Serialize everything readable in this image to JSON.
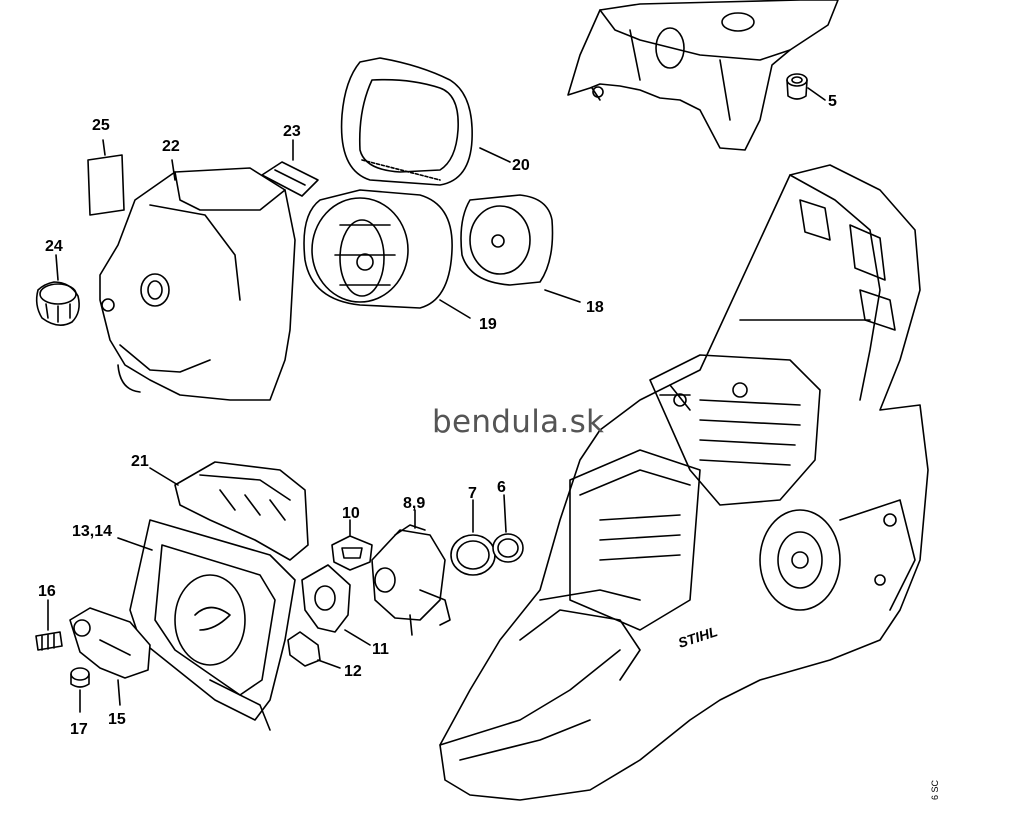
{
  "watermark": "bendula.sk",
  "drawing_code": "6 SC",
  "brand_mark": "STIHL",
  "callouts": [
    {
      "id": "5",
      "text": "5"
    },
    {
      "id": "6",
      "text": "6"
    },
    {
      "id": "7",
      "text": "7"
    },
    {
      "id": "8-9",
      "text": "8,9"
    },
    {
      "id": "10",
      "text": "10"
    },
    {
      "id": "11",
      "text": "11"
    },
    {
      "id": "12",
      "text": "12"
    },
    {
      "id": "13-14",
      "text": "13,14"
    },
    {
      "id": "15",
      "text": "15"
    },
    {
      "id": "16",
      "text": "16"
    },
    {
      "id": "17",
      "text": "17"
    },
    {
      "id": "18",
      "text": "18"
    },
    {
      "id": "19",
      "text": "19"
    },
    {
      "id": "20",
      "text": "20"
    },
    {
      "id": "21",
      "text": "21"
    },
    {
      "id": "22",
      "text": "22"
    },
    {
      "id": "23",
      "text": "23"
    },
    {
      "id": "24",
      "text": "24"
    },
    {
      "id": "25",
      "text": "25"
    }
  ]
}
